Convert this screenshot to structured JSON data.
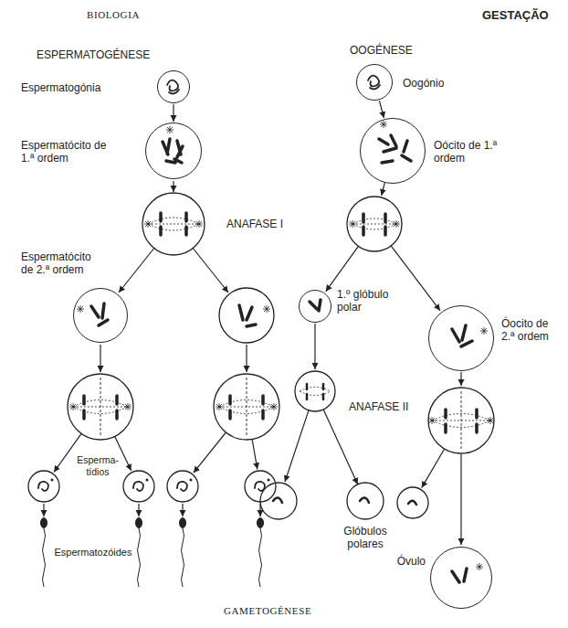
{
  "diagram": {
    "caption": "GAMETOGÉNESE",
    "nodes": [
      {
        "text": [
          "Espermatogónia"
        ]
      },
      {
        "text": [
          "Espermatócito de 1.ª ordem"
        ]
      },
      {
        "text": [
          "Espermatócito de 2.ª ordem"
        ]
      },
      {
        "text": [
          "Oogónio"
        ]
      },
      {
        "text": [
          "Oócito de 1.ª ordem"
        ]
      },
      {
        "text": [
          "1.º glóbulo polar"
        ]
      },
      {
        "text": [
          "Óocito de 2.ª ordem"
        ]
      },
      {
        "text": [
          "Óvulo"
        ]
      }
    ],
    "edges": [
      {
        "from": 0,
        "to": 1,
        "arrow": "to"
      },
      {
        "from": 3,
        "to": 4,
        "arrow": "to"
      }
    ],
    "labels": [
      "BIOLOGIA",
      "GESTAÇÃO",
      "ESPERMATOGÉNESE",
      "OOGÉNESE",
      "ANAFASE I",
      "ANAFASE II",
      "Esperma- tídios",
      "Espermatozóides",
      "Glóbulos polares"
    ]
  }
}
